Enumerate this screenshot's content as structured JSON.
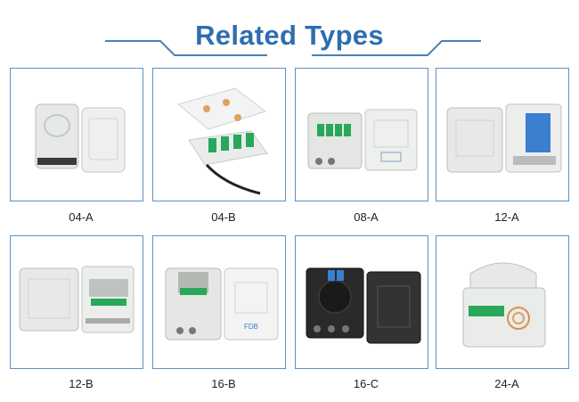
{
  "header": {
    "title": "Related Types",
    "accent": "#2e6db0"
  },
  "products": [
    {
      "label": "04-A",
      "image": "fiber-box-04a-image"
    },
    {
      "label": "04-B",
      "image": "fiber-box-04b-image"
    },
    {
      "label": "08-A",
      "image": "fiber-box-08a-image"
    },
    {
      "label": "12-A",
      "image": "fiber-box-12a-image"
    },
    {
      "label": "12-B",
      "image": "fiber-box-12b-image"
    },
    {
      "label": "16-B",
      "image": "fiber-box-16b-image"
    },
    {
      "label": "16-C",
      "image": "fiber-box-16c-image"
    },
    {
      "label": "24-A",
      "image": "fiber-box-24a-image"
    }
  ],
  "colors": {
    "frame": "#5a93c8",
    "adapter_green": "#27a85a",
    "adapter_blue": "#3a7fd0",
    "box_grey": "#e4e7e4",
    "box_black": "#2a2a2a"
  }
}
